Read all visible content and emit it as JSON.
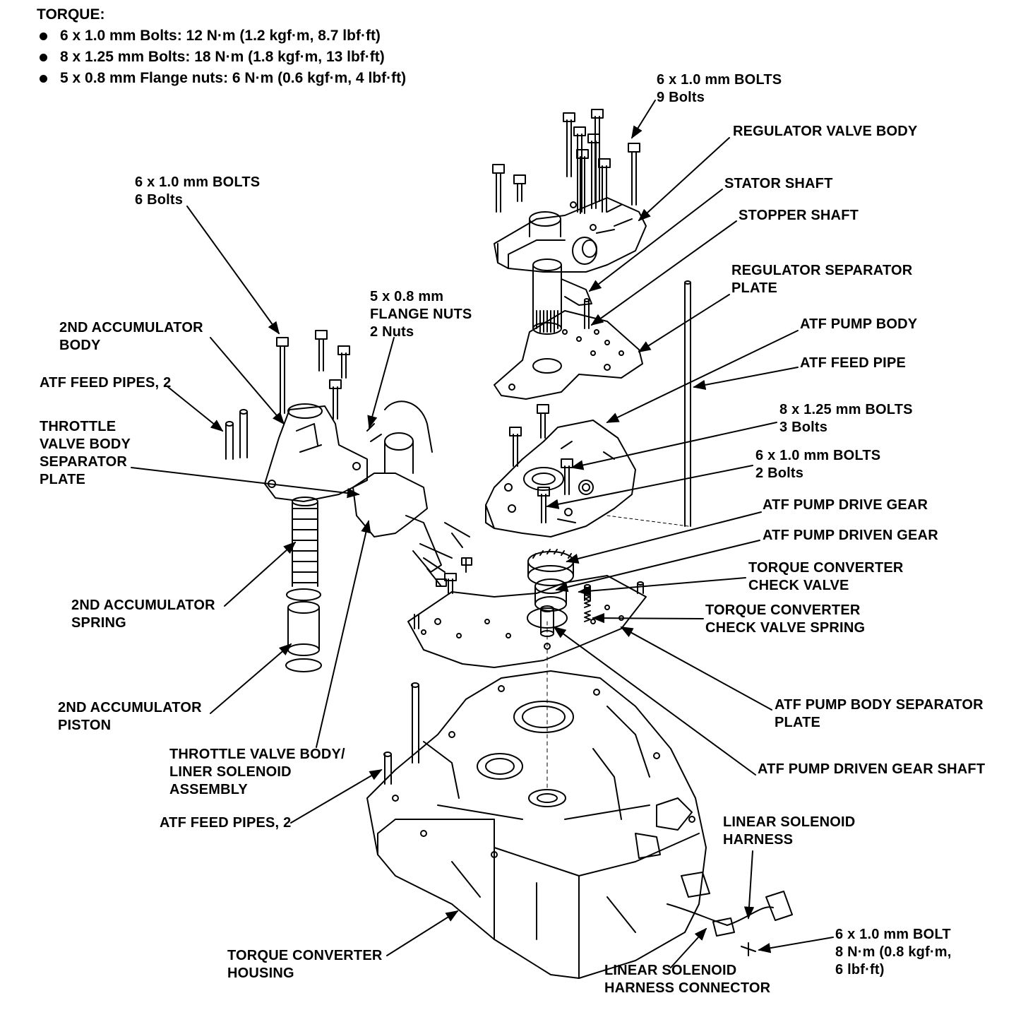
{
  "torque": {
    "title": "TORQUE:",
    "items": [
      "6 x 1.0 mm Bolts: 12 N·m (1.2 kgf·m, 8.7 lbf·ft)",
      "8 x 1.25 mm Bolts: 18 N·m (1.8 kgf·m, 13 lbf·ft)",
      "5 x 0.8 mm Flange nuts: 6 N·m (0.6 kgf·m, 4 lbf·ft)"
    ]
  },
  "labels": {
    "bolts_9": [
      "6 x 1.0 mm BOLTS",
      "9 Bolts"
    ],
    "regulator_valve_body": [
      "REGULATOR VALVE BODY"
    ],
    "stator_shaft": [
      "STATOR SHAFT"
    ],
    "stopper_shaft": [
      "STOPPER SHAFT"
    ],
    "regulator_separator_plate": [
      "REGULATOR SEPARATOR",
      "PLATE"
    ],
    "atf_pump_body": [
      "ATF PUMP BODY"
    ],
    "atf_feed_pipe": [
      "ATF FEED PIPE"
    ],
    "bolts_8x125_3": [
      "8 x 1.25 mm BOLTS",
      "3 Bolts"
    ],
    "bolts_6x10_2": [
      "6 x 1.0 mm BOLTS",
      "2 Bolts"
    ],
    "atf_pump_drive_gear": [
      "ATF PUMP DRIVE GEAR"
    ],
    "atf_pump_driven_gear": [
      "ATF PUMP DRIVEN GEAR"
    ],
    "tc_check_valve": [
      "TORQUE CONVERTER",
      "CHECK VALVE"
    ],
    "tc_check_valve_spring": [
      "TORQUE CONVERTER",
      "CHECK VALVE SPRING"
    ],
    "atf_pump_body_separator_plate": [
      "ATF PUMP BODY SEPARATOR",
      "PLATE"
    ],
    "atf_pump_driven_gear_shaft": [
      "ATF PUMP DRIVEN GEAR SHAFT"
    ],
    "linear_solenoid_harness": [
      "LINEAR SOLENOID",
      "HARNESS"
    ],
    "bolt_8nm": [
      "6 x 1.0 mm BOLT",
      "8 N·m (0.8 kgf·m,",
      "6 lbf·ft)"
    ],
    "linear_solenoid_harness_connector": [
      "LINEAR SOLENOID",
      "HARNESS CONNECTOR"
    ],
    "torque_converter_housing": [
      "TORQUE CONVERTER",
      "HOUSING"
    ],
    "atf_feed_pipes_bottom": [
      "ATF FEED PIPES, 2"
    ],
    "throttle_valve_body_assembly": [
      "THROTTLE VALVE BODY/",
      "LINER SOLENOID",
      "ASSEMBLY"
    ],
    "second_accumulator_piston": [
      "2ND ACCUMULATOR",
      "PISTON"
    ],
    "second_accumulator_spring": [
      "2ND ACCUMULATOR",
      "SPRING"
    ],
    "throttle_separator_plate": [
      "THROTTLE",
      "VALVE BODY",
      "SEPARATOR",
      "PLATE"
    ],
    "atf_feed_pipes_top": [
      "ATF FEED PIPES, 2"
    ],
    "second_accumulator_body": [
      "2ND ACCUMULATOR",
      "BODY"
    ],
    "bolts_6": [
      "6 x 1.0 mm BOLTS",
      "6 Bolts"
    ],
    "flange_nuts": [
      "5 x 0.8 mm",
      "FLANGE NUTS",
      "2 Nuts"
    ]
  }
}
